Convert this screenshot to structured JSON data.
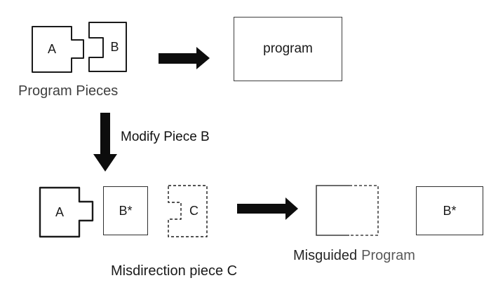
{
  "diagram": {
    "top": {
      "piece_a_label": "A",
      "piece_b_label": "B",
      "caption": "Program Pieces",
      "program_box_label": "program"
    },
    "transform": {
      "arrow_label": "Modify Piece B"
    },
    "bottom": {
      "piece_a_label": "A",
      "piece_b_star_label": "B*",
      "piece_c_label": "C",
      "caption": "Misdirection piece C",
      "result_b_star_label": "B*",
      "result_caption_word1": "Misguided",
      "result_caption_word2": "Program"
    },
    "colors": {
      "ink": "#1a1a1a",
      "arrow_black": "#0d0d0d",
      "caption_gray": "#3f3f3f",
      "program_word_gray": "#595959",
      "background": "#ffffff"
    }
  }
}
